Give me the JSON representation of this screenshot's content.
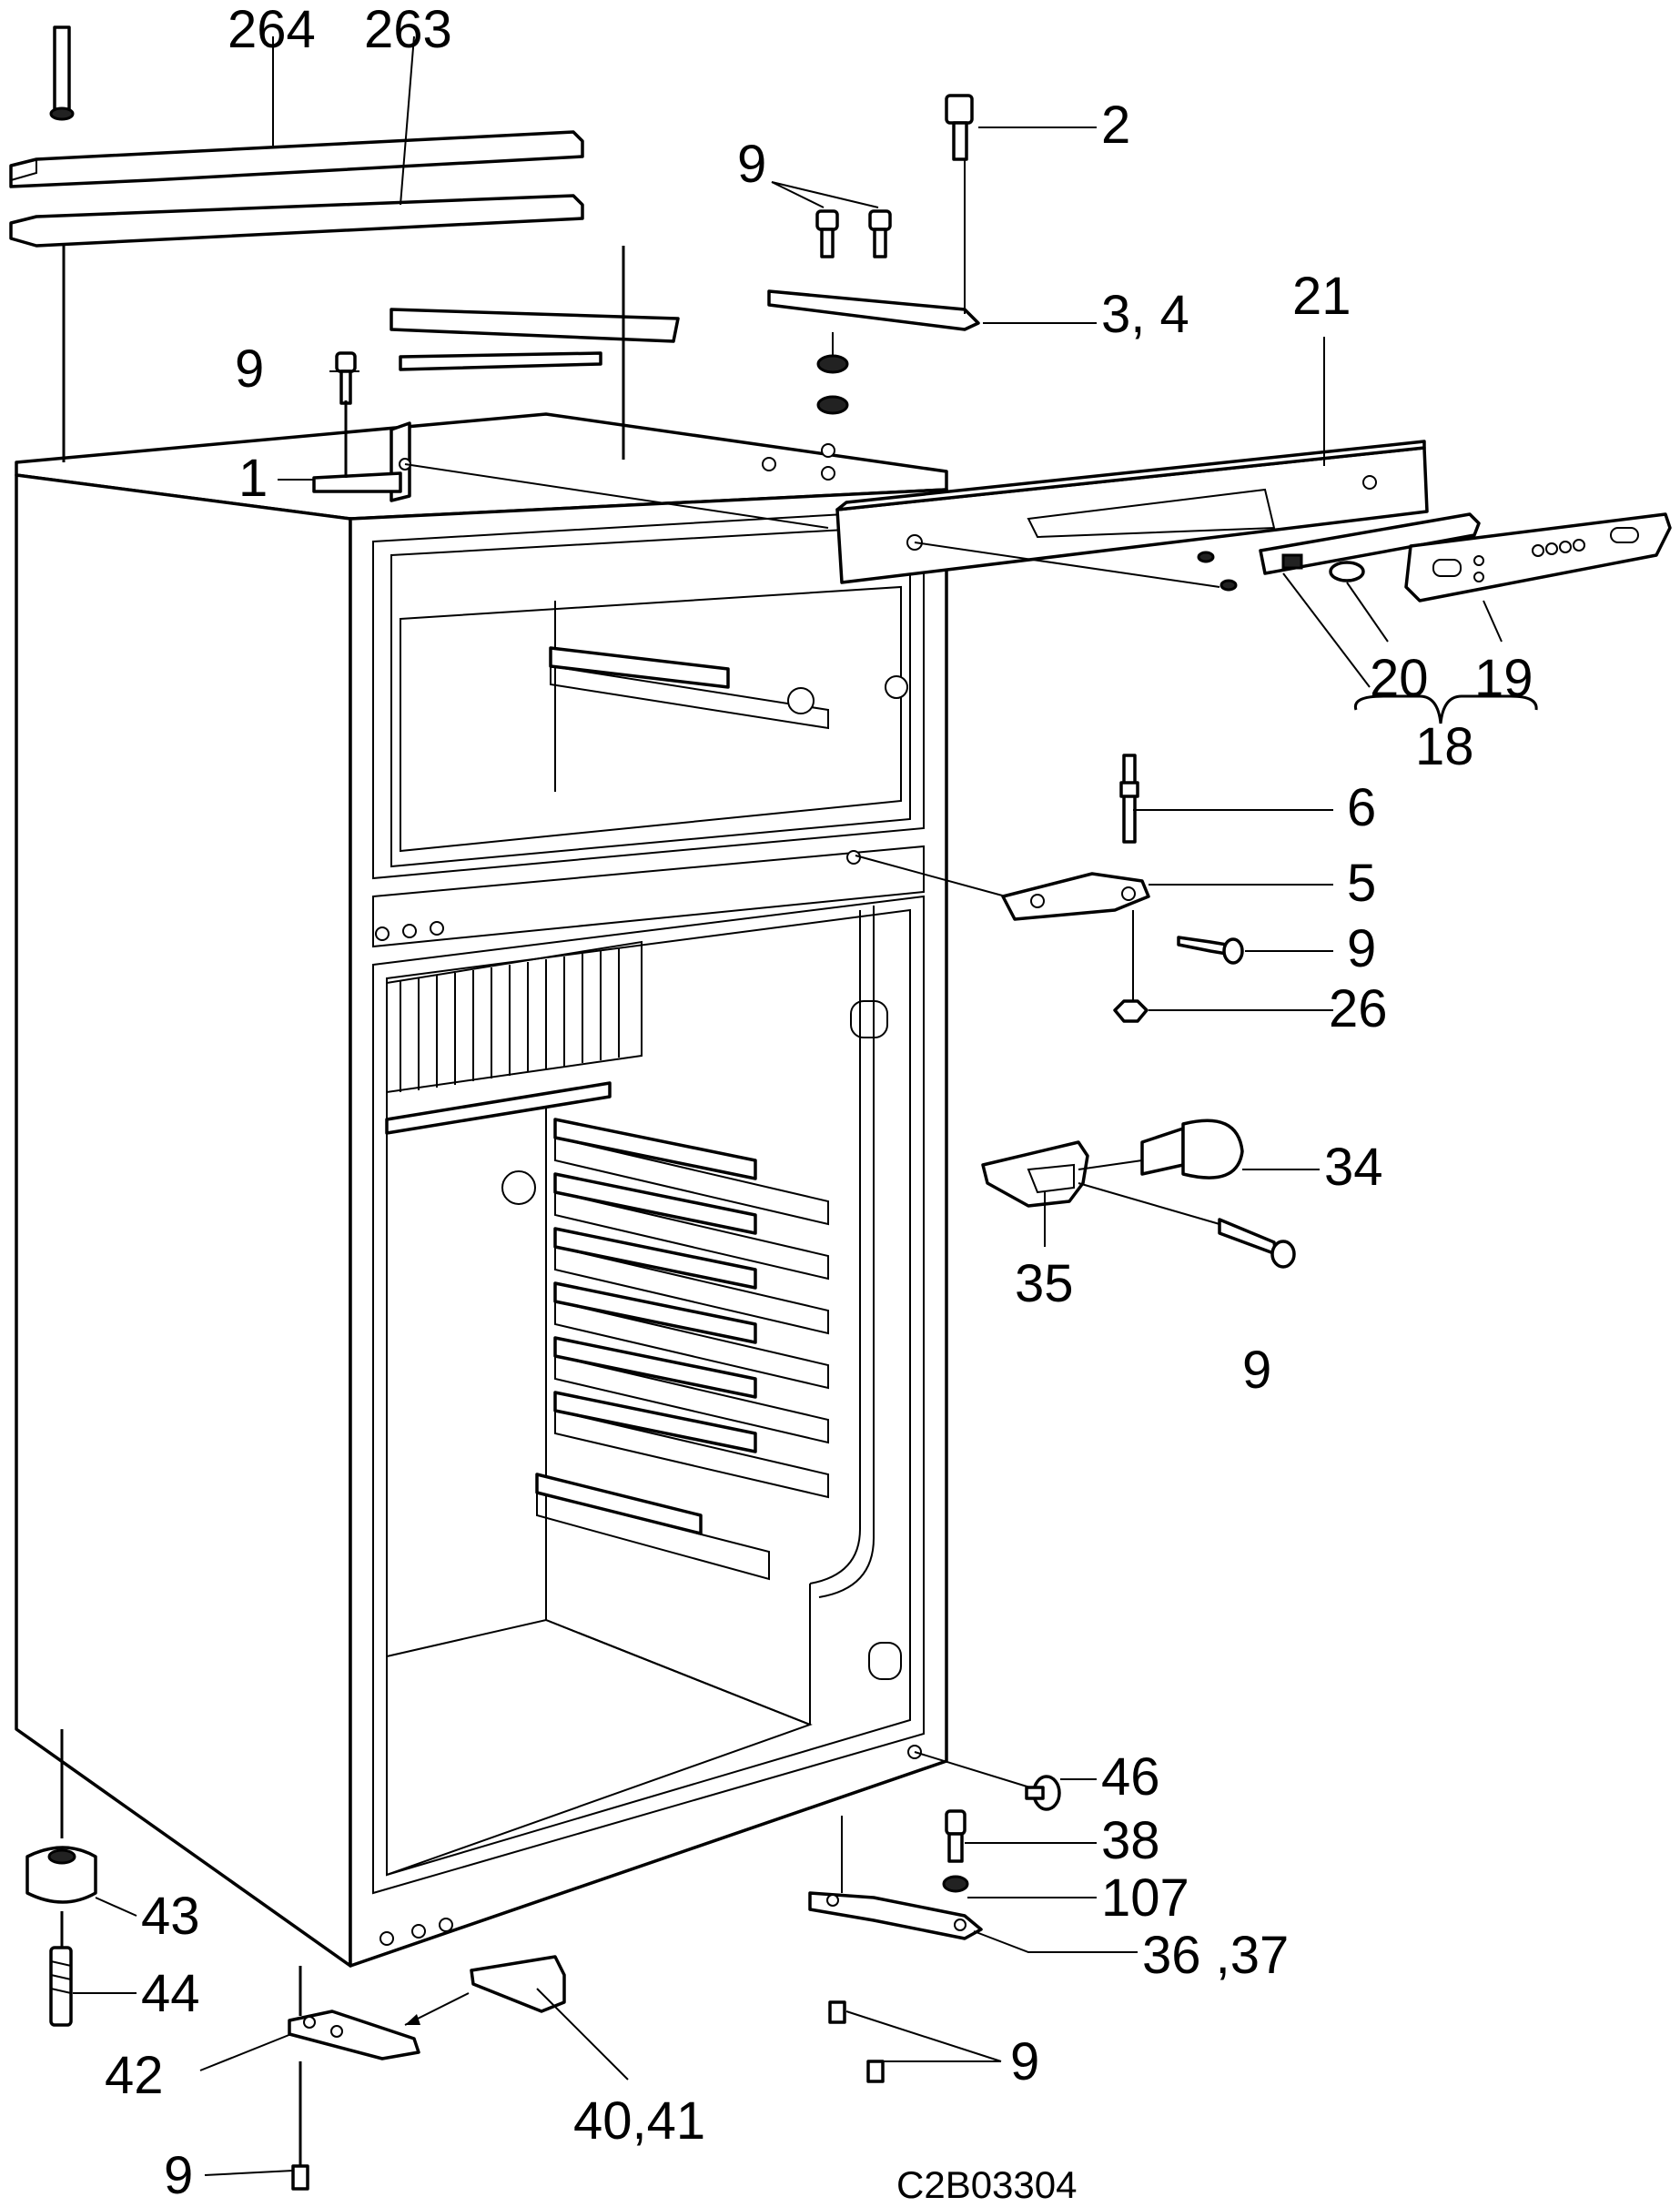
{
  "drawing_code": "C2B03304",
  "callouts": [
    {
      "id": "c264",
      "text": "264"
    },
    {
      "id": "c263",
      "text": "263"
    },
    {
      "id": "c2",
      "text": "2"
    },
    {
      "id": "c9a",
      "text": "9"
    },
    {
      "id": "c34top",
      "text": "3, 4"
    },
    {
      "id": "c21",
      "text": "21"
    },
    {
      "id": "c9b",
      "text": "9"
    },
    {
      "id": "c1",
      "text": "1"
    },
    {
      "id": "c20",
      "text": "20"
    },
    {
      "id": "c19",
      "text": "19"
    },
    {
      "id": "c18",
      "text": "18"
    },
    {
      "id": "c6",
      "text": "6"
    },
    {
      "id": "c5",
      "text": "5"
    },
    {
      "id": "c9c",
      "text": "9"
    },
    {
      "id": "c26",
      "text": "26"
    },
    {
      "id": "c34",
      "text": "34"
    },
    {
      "id": "c35",
      "text": "35"
    },
    {
      "id": "c9d",
      "text": "9"
    },
    {
      "id": "c46",
      "text": "46"
    },
    {
      "id": "c38",
      "text": "38"
    },
    {
      "id": "c107",
      "text": "107"
    },
    {
      "id": "c3637",
      "text": "36 ,37"
    },
    {
      "id": "c43",
      "text": "43"
    },
    {
      "id": "c44",
      "text": "44"
    },
    {
      "id": "c9e",
      "text": "9"
    },
    {
      "id": "c42",
      "text": "42"
    },
    {
      "id": "c9f",
      "text": "9"
    },
    {
      "id": "c4041",
      "text": "40,41"
    }
  ]
}
